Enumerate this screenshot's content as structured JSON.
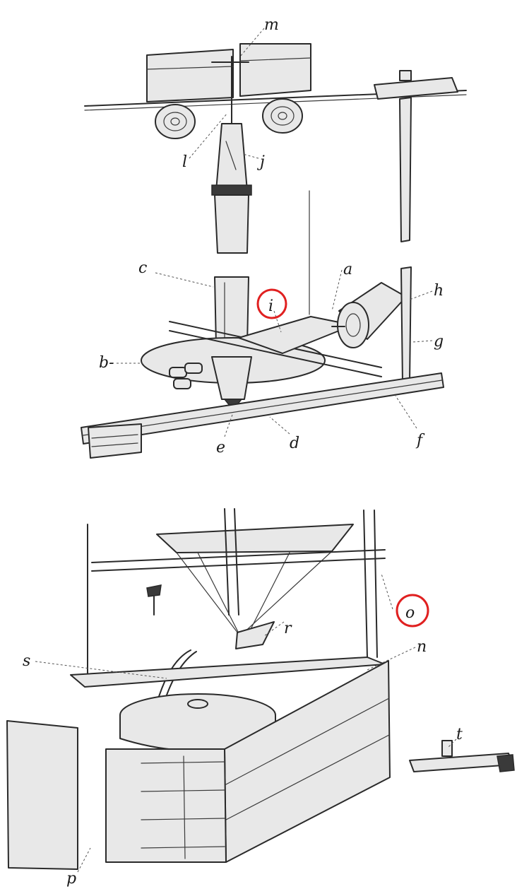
{
  "labels": {
    "a": "a",
    "b": "b-",
    "c": "c",
    "d": "d",
    "e": "e",
    "f": "f",
    "g": "g",
    "h": "h",
    "i": "i",
    "j": "j",
    "l": "l",
    "m": "m",
    "n": "n",
    "o": "o",
    "p": "p",
    "r": "r",
    "s": "s",
    "t": "t"
  },
  "highlight_color": "#e02020",
  "highlighted_labels": [
    "i",
    "o"
  ]
}
